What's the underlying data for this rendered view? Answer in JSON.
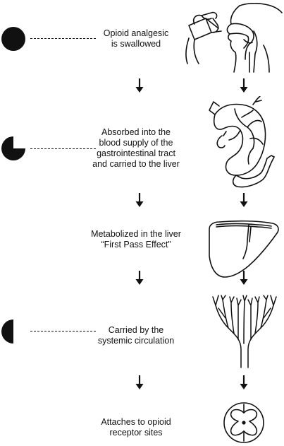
{
  "steps": [
    {
      "text": "Opioid analgesic\nis swallowed",
      "marker": "full-circle",
      "illustration": "person-swallowing"
    },
    {
      "text": "Absorbed into the\nblood supply of the\ngastrointestinal tract\nand carried to the liver",
      "marker": "three-quarter-circle",
      "illustration": "stomach-intestine"
    },
    {
      "text": "Metabolized in the liver\n“First Pass Effect”",
      "marker": "none",
      "illustration": "liver"
    },
    {
      "text": "Carried by the\nsystemic circulation",
      "marker": "half-circle",
      "illustration": "blood-vessel-tree"
    },
    {
      "text": "Attaches to opioid\nreceptor sites",
      "marker": "none",
      "illustration": "spinal-cord-cross-section"
    }
  ],
  "colors": {
    "ink": "#111111",
    "background": "#ffffff"
  }
}
